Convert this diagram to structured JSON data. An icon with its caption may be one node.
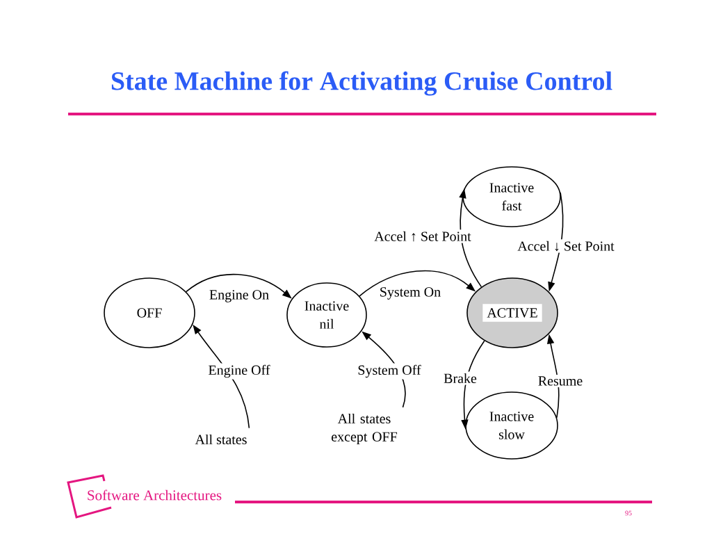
{
  "diagram": {
    "title": "State Machine for Activating Cruise Control",
    "nodes": [
      {
        "text": [
          "OFF"
        ]
      },
      {
        "text": [
          "Inactive nil"
        ]
      },
      {
        "text": [
          "ACTIVE"
        ]
      },
      {
        "text": [
          "Inactive fast"
        ]
      },
      {
        "text": [
          "Inactive slow"
        ]
      },
      {
        "text": [
          "All states"
        ]
      },
      {
        "text": [
          "All states except OFF"
        ]
      }
    ],
    "edges": [
      {
        "from": 0,
        "to": 1,
        "arrow": "to",
        "label": "Engine On"
      },
      {
        "from": 5,
        "to": 0,
        "arrow": "to",
        "label": "Engine Off"
      },
      {
        "from": 1,
        "to": 2,
        "arrow": "to",
        "label": "System On"
      },
      {
        "from": 6,
        "to": 1,
        "arrow": "to",
        "label": "System Off"
      },
      {
        "from": 2,
        "to": 3,
        "arrow": "to",
        "label": "Accel ↑ Set Point"
      },
      {
        "from": 3,
        "to": 2,
        "arrow": "to",
        "label": "Accel ↓ Set Point"
      },
      {
        "from": 2,
        "to": 4,
        "arrow": "to",
        "label": "Brake"
      },
      {
        "from": 4,
        "to": 2,
        "arrow": "to",
        "label": "Resume"
      }
    ],
    "labels": [
      "Software Architectures",
      "95"
    ]
  }
}
